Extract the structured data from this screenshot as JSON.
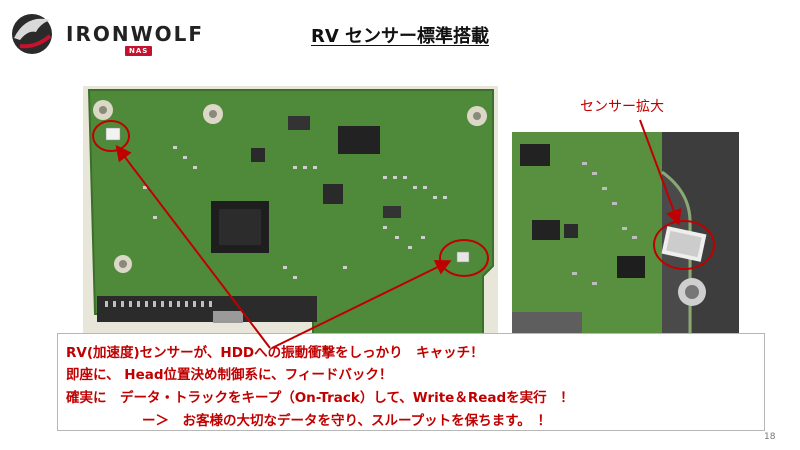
{
  "logo": {
    "brand": "IRONWOLF",
    "badge": "NAS"
  },
  "title": "RV センサー標準搭載",
  "zoom_label": "センサー拡大",
  "body_lines": [
    "RV(加速度)センサーが、HDDへの振動衝撃をしっかり　キャッチ！",
    "即座に、 Head位置決め制御系に、フィードバック！",
    "確実に　データ・トラックをキープ（On-Track）して、Write＆Readを実行　！",
    "ー＞　お客様の大切なデータを守り、スループットを保ちます。　！"
  ],
  "page_number": "18",
  "colors": {
    "accent_red": "#c00000",
    "pcb_green": "#4f8a3a",
    "logo_red": "#c4122f"
  }
}
